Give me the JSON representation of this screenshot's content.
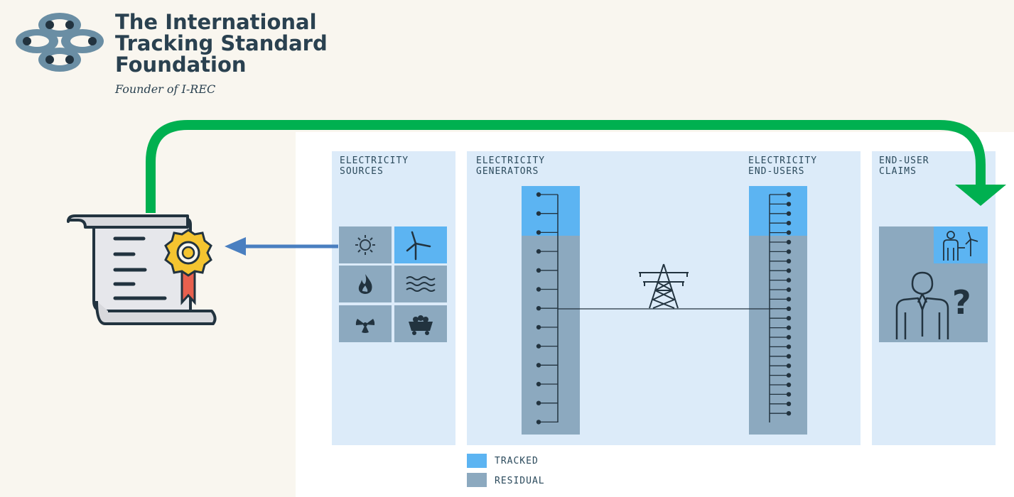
{
  "header": {
    "org_name_lines": [
      "The International",
      "Tracking Standard",
      "Foundation"
    ],
    "tagline": "Founder of I-REC"
  },
  "columns": {
    "sources": [
      "ELECTRICITY",
      "SOURCES"
    ],
    "generators": [
      "ELECTRICITY",
      "GENERATORS"
    ],
    "end_users": [
      "ELECTRICITY",
      "END-USERS"
    ],
    "claims": [
      "END-USER",
      "CLAIMS"
    ]
  },
  "source_tiles": [
    {
      "icon": "sun-icon",
      "tracked": false
    },
    {
      "icon": "wind-turbine-icon",
      "tracked": true
    },
    {
      "icon": "flame-icon",
      "tracked": false
    },
    {
      "icon": "water-waves-icon",
      "tracked": false
    },
    {
      "icon": "nuclear-icon",
      "tracked": false
    },
    {
      "icon": "coal-cart-icon",
      "tracked": false
    }
  ],
  "claims": {
    "unknown_mark": "?"
  },
  "legend": {
    "tracked_label": "TRACKED",
    "residual_label": "RESIDUAL",
    "tracked_color": "#5cb4f2",
    "residual_color": "#8ca9bf"
  },
  "colors": {
    "flow_arrow": "#00b050",
    "certificate_arrow": "#4a7fc0",
    "panel_bg": "#dcebf9",
    "text_dark": "#2a4150"
  }
}
